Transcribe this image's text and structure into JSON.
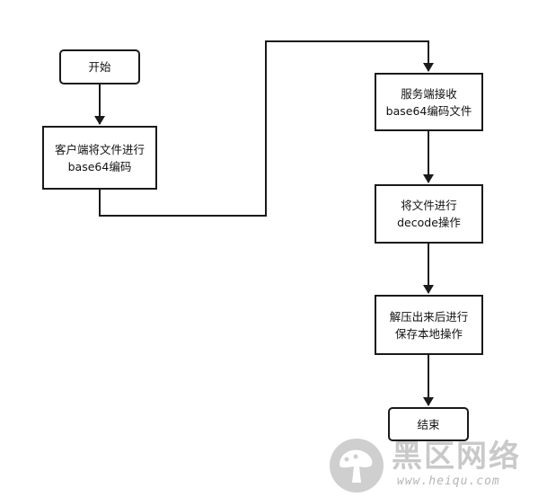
{
  "nodes": {
    "start": {
      "label": "开始"
    },
    "client_encode": {
      "lines": [
        "客户端将文件进行",
        "base64编码"
      ]
    },
    "server_receive": {
      "lines": [
        "服务端接收",
        "base64编码文件"
      ]
    },
    "decode": {
      "lines": [
        "将文件进行",
        "decode操作"
      ]
    },
    "save": {
      "lines": [
        "解压出来后进行",
        "保存本地操作"
      ]
    },
    "end": {
      "label": "结束"
    }
  },
  "watermark": {
    "title": "黑区网络",
    "url": "www.heiqu.com"
  },
  "colors": {
    "stroke": "#1a1a1a",
    "watermark": "#c9c9c9"
  }
}
